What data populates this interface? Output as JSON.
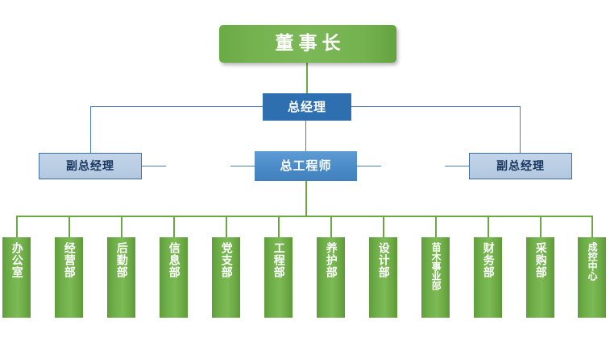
{
  "chart_data": {
    "type": "diagram",
    "diagram_kind": "organization-chart",
    "title": "",
    "orientation": "top-down",
    "levels": [
      {
        "level": 0,
        "style": "green-rounded",
        "nodes": [
          {
            "id": "chairman",
            "label": "董事长"
          }
        ]
      },
      {
        "level": 1,
        "style": "blue-solid",
        "nodes": [
          {
            "id": "general-manager",
            "label": "总经理"
          }
        ]
      },
      {
        "level": 2,
        "style": "blue",
        "nodes": [
          {
            "id": "deputy-gm-left",
            "label": "副总经理",
            "style": "light-blue-outlined"
          },
          {
            "id": "chief-engineer",
            "label": "总工程师",
            "style": "blue-gradient"
          },
          {
            "id": "deputy-gm-right",
            "label": "副总经理",
            "style": "light-blue-outlined"
          }
        ]
      },
      {
        "level": 3,
        "style": "green-vertical",
        "nodes": [
          {
            "id": "office",
            "label": "办公室"
          },
          {
            "id": "operations",
            "label": "经营部"
          },
          {
            "id": "logistics",
            "label": "后勤部"
          },
          {
            "id": "information",
            "label": "信息部"
          },
          {
            "id": "party-branch",
            "label": "党支部"
          },
          {
            "id": "engineering",
            "label": "工程部"
          },
          {
            "id": "maintenance",
            "label": "养护部"
          },
          {
            "id": "design",
            "label": "设计部"
          },
          {
            "id": "nursery-division",
            "label": "苗木事业部"
          },
          {
            "id": "finance",
            "label": "财务部"
          },
          {
            "id": "procurement",
            "label": "采购部"
          },
          {
            "id": "cost-control-center",
            "label": "成控中心"
          }
        ]
      }
    ],
    "edges": [
      {
        "from": "chairman",
        "to": "general-manager",
        "color": "#6aa843"
      },
      {
        "from": "general-manager",
        "to": "deputy-gm-left",
        "color": "#4a7ebb"
      },
      {
        "from": "general-manager",
        "to": "chief-engineer",
        "color": "#4a7ebb"
      },
      {
        "from": "general-manager",
        "to": "deputy-gm-right",
        "color": "#4a7ebb"
      },
      {
        "from": "chief-engineer",
        "to": "department-bus",
        "color": "#6aa843"
      }
    ],
    "colors": {
      "green_accent": "#6aa843",
      "green_box": "#73b04b",
      "blue_line": "#4a7ebb",
      "blue_solid": "#2e6fb0",
      "blue_gradient": "#4a8bc7",
      "light_blue_fill": "#b8ccE4",
      "light_blue_border": "#3f6d9e",
      "dark_text": "#17365d",
      "background": "#ffffff"
    }
  },
  "nodes": {
    "chairman": {
      "label": "董事长"
    },
    "general_manager": {
      "label": "总经理"
    },
    "deputy_left": {
      "label": "副总经理"
    },
    "chief_engineer": {
      "label": "总工程师"
    },
    "deputy_right": {
      "label": "副总经理"
    },
    "departments": [
      {
        "label": "办公室"
      },
      {
        "label": "经营部"
      },
      {
        "label": "后勤部"
      },
      {
        "label": "信息部"
      },
      {
        "label": "党支部"
      },
      {
        "label": "工程部"
      },
      {
        "label": "养护部"
      },
      {
        "label": "设计部"
      },
      {
        "label": "苗木事业部"
      },
      {
        "label": "财务部"
      },
      {
        "label": "采购部"
      },
      {
        "label": "成控中心"
      }
    ]
  }
}
